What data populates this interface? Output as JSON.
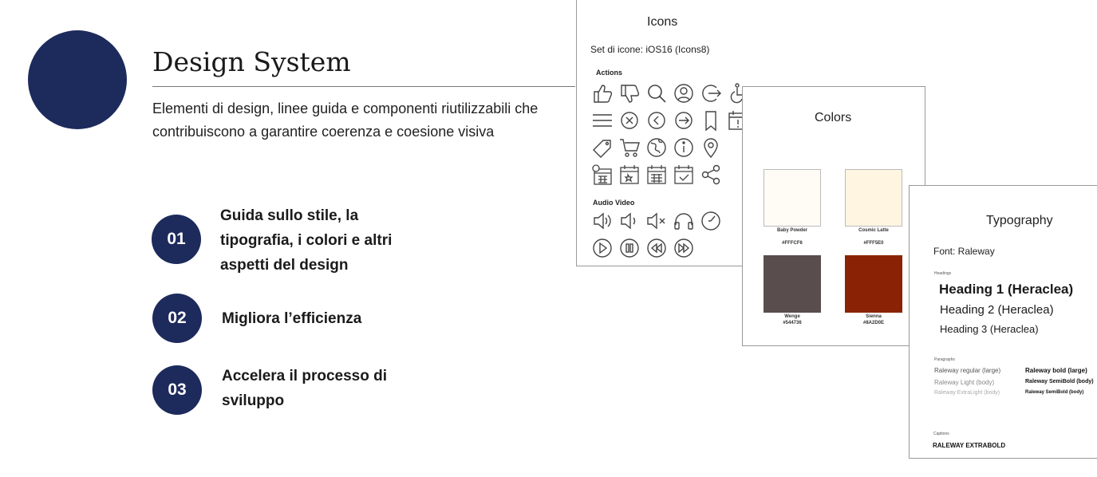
{
  "header": {
    "title": "Design System",
    "subtitle": "Elementi di design, linee guida e componenti riutilizzabili che contribuiscono a garantire coerenza e coesione visiva"
  },
  "points": [
    {
      "number": "01",
      "text": "Guida sullo stile, la tipografia, i colori e altri aspetti del design"
    },
    {
      "number": "02",
      "text": "Migliora l’efficienza"
    },
    {
      "number": "03",
      "text": "Accelera il processo di sviluppo"
    }
  ],
  "icons_card": {
    "title": "Icons",
    "set": "Set di icone: iOS16 (Icons8)",
    "actions_label": "Actions",
    "audio_label": "Audio Video",
    "action_icons": [
      "thumbs-up-icon",
      "thumbs-down-icon",
      "search-icon",
      "user-icon",
      "logout-icon",
      "accessibility-icon",
      "menu-icon",
      "close-icon",
      "back-icon",
      "forward-icon",
      "bookmark-icon",
      "calendar-alert-icon",
      "tag-icon",
      "cart-icon",
      "globe-icon",
      "info-icon",
      "location-icon",
      "calendar-clock-icon",
      "calendar-star-icon",
      "calendar-grid-icon",
      "calendar-check-icon",
      "share-icon"
    ],
    "audio_icons": [
      "volume-up-icon",
      "volume-low-icon",
      "mute-icon",
      "headphones-icon",
      "clock-icon",
      "play-icon",
      "pause-icon",
      "rewind-icon",
      "fast-forward-icon"
    ]
  },
  "colors_card": {
    "title": "Colors",
    "swatches": [
      {
        "name": "Baby Powder",
        "hex": "#FFFCF6",
        "color": "#FFFCF6"
      },
      {
        "name": "Cosmic Latte",
        "hex": "#FFF5E0",
        "color": "#FFF5E0"
      },
      {
        "name": "Wenge",
        "hex": "#544736",
        "color": "#5a4d4d"
      },
      {
        "name": "Sienna",
        "hex": "#8A2D0E",
        "color": "#8a2305"
      }
    ]
  },
  "typography_card": {
    "title": "Typography",
    "font": "Font: Raleway",
    "headings_label": "Headings",
    "headings": [
      "Heading 1 (Heraclea)",
      "Heading 2 (Heraclea)",
      "Heading 3 (Heraclea)"
    ],
    "paragraphs_label": "Paragraphs",
    "paragraphs_left": [
      "Raleway regular (large)",
      "Raleway Light (body)",
      "Raleway ExtraLight (body)"
    ],
    "paragraphs_right": [
      "Raleway bold (large)",
      "Raleway SemiBold (body)",
      "Raleway SemiBold (body)"
    ],
    "captions_label": "Captions",
    "caption": "RALEWAY EXTRABOLD"
  },
  "colors": {
    "navy": "#1d2a5c"
  }
}
